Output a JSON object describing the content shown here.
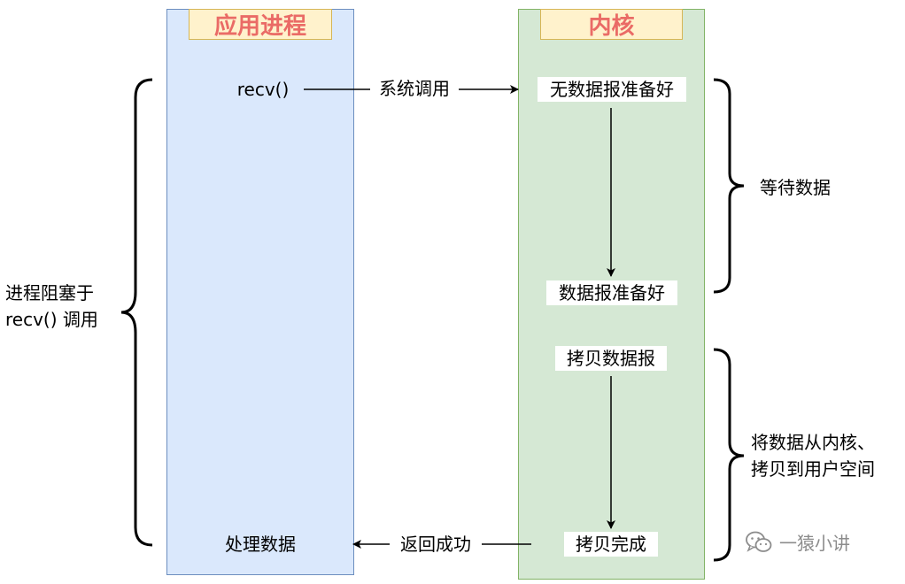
{
  "app_process": {
    "title": "应用进程",
    "recv_call": "recv()",
    "process_data": "处理数据"
  },
  "kernel": {
    "title": "内核",
    "no_datagram_ready": "无数据报准备好",
    "datagram_ready": "数据报准备好",
    "copy_datagram": "拷贝数据报",
    "copy_complete": "拷贝完成"
  },
  "arrows": {
    "system_call": "系统调用",
    "return_success": "返回成功"
  },
  "braces": {
    "blocked_line1": "进程阻塞于",
    "blocked_line2": "recv() 调用",
    "wait_data": "等待数据",
    "copy_line1": "将数据从内核、",
    "copy_line2": "拷贝到用户空间"
  },
  "watermark": {
    "text": "一猿小讲",
    "icon": "wechat-icon"
  },
  "colors": {
    "app_fill": "#dae8fc",
    "app_border": "#6c8ebf",
    "kernel_fill": "#d5e8d4",
    "kernel_border": "#82b366",
    "title_fill": "#fff2cc",
    "title_border": "#d6b656",
    "title_text": "#ea6b66"
  }
}
